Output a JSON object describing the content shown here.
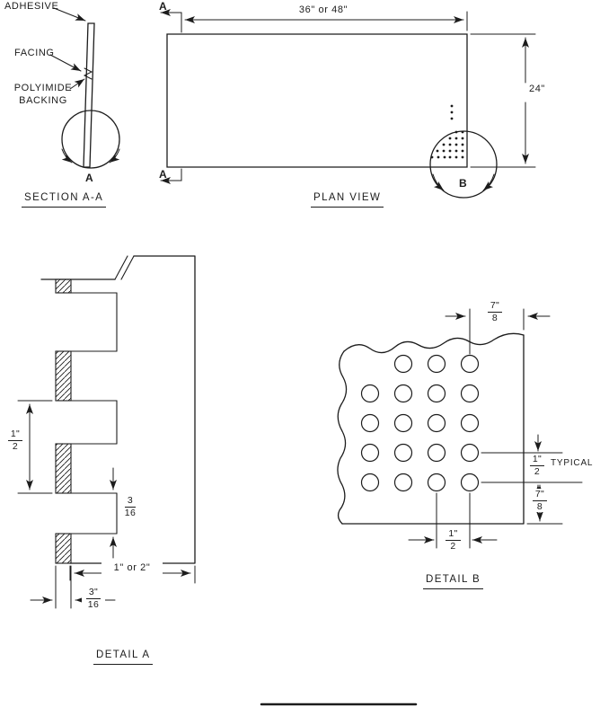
{
  "section_aa": {
    "adhesive_label": "ADHESIVE",
    "facing_label": "FACING",
    "backing_label": "POLYIMIDE\nBACKING",
    "view_letter": "A",
    "title": "SECTION A-A"
  },
  "plan_view": {
    "width_dim": "36\" or 48\"",
    "height_dim": "24\"",
    "section_letter_top": "A",
    "section_letter_bottom": "A",
    "detail_letter": "B",
    "title": "PLAN VIEW"
  },
  "detail_a": {
    "pitch_dim": {
      "num": "1\"",
      "den": "2"
    },
    "slot_dim": {
      "num": "3",
      "den": "16"
    },
    "depth_dim": "1\" or 2\"",
    "strip_dim": {
      "num": "3\"",
      "den": "16"
    },
    "title": "DETAIL A"
  },
  "detail_b": {
    "top_margin_dim": {
      "num": "7\"",
      "den": "8"
    },
    "row_pitch_dim": {
      "num": "1\"",
      "den": "2"
    },
    "typical_label": "TYPICAL",
    "bottom_margin_dim": {
      "num": "7\"",
      "den": "8"
    },
    "col_pitch_dim": {
      "num": "1\"",
      "den": "2"
    },
    "title": "DETAIL B"
  }
}
